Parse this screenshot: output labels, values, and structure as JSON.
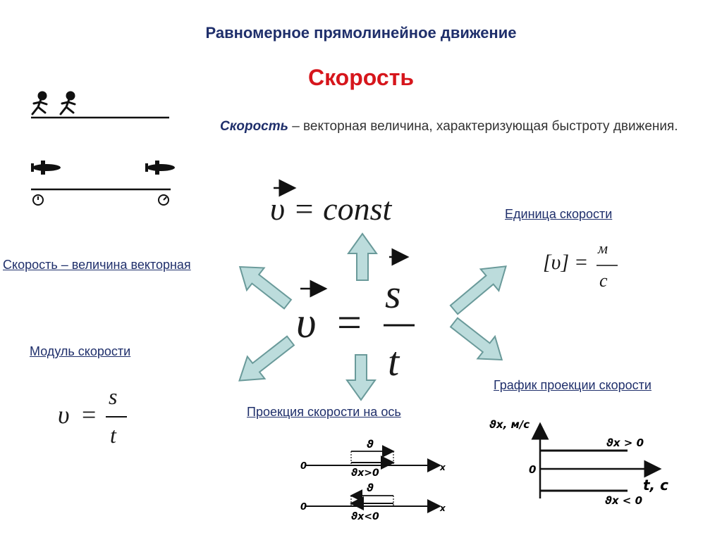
{
  "header": {
    "title": "Равномерное прямолинейное движение",
    "subtitle": "Скорость"
  },
  "definition": {
    "term": "Скорость",
    "text": " – векторная величина, характеризующая быстроту движения."
  },
  "labels": {
    "vector": "Скорость – величина векторная",
    "modulus": "Модуль скорости",
    "unit": "Единица скорости",
    "projection": "Проекция скорости на ось",
    "graph": "График проекции скорости"
  },
  "formulas": {
    "const_lhs": "υ",
    "const_rhs": "= const",
    "main_v": "υ",
    "eq": "=",
    "num": "s",
    "den": "t",
    "unit_lhs": "[υ]",
    "unit_eq": "=",
    "unit_num": "м",
    "unit_den": "с"
  },
  "projection_axes": {
    "origin": "0",
    "axis": "x",
    "vec": "ϑ",
    "pos": "ϑx>0",
    "neg": "ϑx<0"
  },
  "graph": {
    "ylabel": "ϑx, м/с",
    "xlabel": "t, с",
    "origin": "0",
    "pos_label": "ϑx > 0",
    "neg_label": "ϑx < 0"
  },
  "colors": {
    "title": "#1f2f6b",
    "subtitle": "#d6161c",
    "arrow_fill": "#bcdcdc",
    "arrow_stroke": "#6a9a9a"
  }
}
